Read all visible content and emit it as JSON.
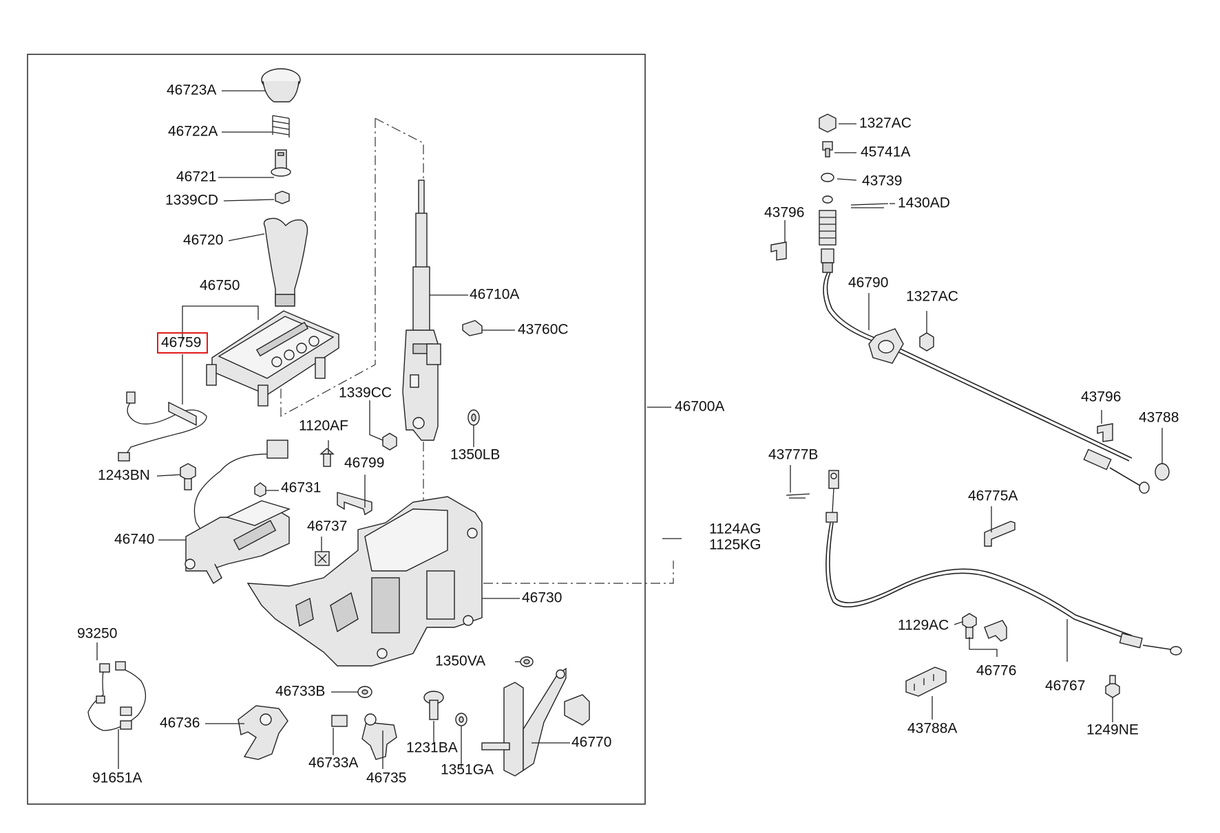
{
  "labels": {
    "p46723A": "46723A",
    "p46722A": "46722A",
    "p46721": "46721",
    "p1339CD": "1339CD",
    "p46720": "46720",
    "p46750": "46750",
    "p46759": "46759",
    "p46710A": "46710A",
    "p43760C": "43760C",
    "p1339CC": "1339CC",
    "p1120AF": "1120AF",
    "p46700A": "46700A",
    "p1350LB": "1350LB",
    "p1243BN": "1243BN",
    "p46731": "46731",
    "p46799": "46799",
    "p46740": "46740",
    "p46737": "46737",
    "p1124AG": "1124AG",
    "p1125KG": "1125KG",
    "p46730": "46730",
    "p93250": "93250",
    "p1350VA": "1350VA",
    "p46733B": "46733B",
    "p46736": "46736",
    "p46733A": "46733A",
    "p46735": "46735",
    "p1231BA": "1231BA",
    "p1351GA": "1351GA",
    "p46770": "46770",
    "p91651A": "91651A",
    "p1327AC_top": "1327AC",
    "p45741A": "45741A",
    "p43739": "43739",
    "p1430AD": "1430AD",
    "p43796_top": "43796",
    "p46790": "46790",
    "p1327AC_mid": "1327AC",
    "p43796_mid": "43796",
    "p43788": "43788",
    "p43777B": "43777B",
    "p46775A": "46775A",
    "p1129AC": "1129AC",
    "p46776": "46776",
    "p46767": "46767",
    "p43788A": "43788A",
    "p1249NE": "1249NE"
  },
  "highlight": {
    "part": "46759",
    "color": "#e01b1b"
  }
}
